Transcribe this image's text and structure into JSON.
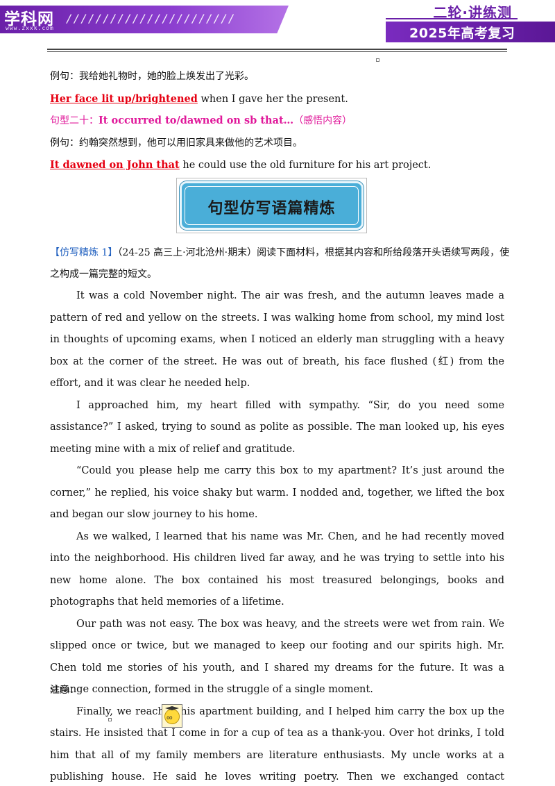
{
  "header": {
    "logo_cn": "学科网",
    "logo_en": "www.zxxk.com",
    "stripes": "///////////////////////",
    "series": "二轮·讲练测",
    "year": "2025年高考复习"
  },
  "lines": {
    "ex1_cn": "例句：我给她礼物时，她的脸上焕发出了光彩。",
    "ex1_en_highlight": "Her face lit up/brightened",
    "ex1_en_rest": " when I gave her the present.",
    "pattern20_label": "句型二十：",
    "pattern20_en": "It occurred to/dawned on sb that…",
    "pattern20_note": "（感悟内容）",
    "ex2_cn": "例句：约翰突然想到，他可以用旧家具来做他的艺术项目。",
    "ex2_en_highlight": "It dawned on John that",
    "ex2_en_rest": " he could use the old furniture for his art project."
  },
  "banner": {
    "title": "句型仿写语篇精炼"
  },
  "task": {
    "label": "【仿写精炼 1】",
    "source": "（24-25 高三上·河北沧州·期末）阅读下面材料，根据其内容和所给段落开头语续写两段，使",
    "continuation": "之构成一篇完整的短文。"
  },
  "passage": [
    "It was a cold November night. The air was fresh, and the autumn leaves made a pattern of red and yellow on the streets. I was walking home from school, my mind lost in thoughts of upcoming exams, when I noticed an elderly man struggling with a heavy box at the corner of the street. He was out of breath, his face flushed (红) from the effort, and it was clear he needed help.",
    "I approached him, my heart filled with sympathy. “Sir, do you need some assistance?” I asked, trying to sound as polite as possible. The man looked up, his eyes meeting mine with a mix of relief and gratitude.",
    "“Could you please help me carry this box to my apartment? It’s just around the corner,” he replied, his voice shaky but warm. I nodded and, together, we lifted the box and began our slow journey to his home.",
    "As we walked, I learned that his name was Mr. Chen, and he had recently moved into the neighborhood. His children lived far away, and he was trying to settle into his new home alone. The box contained his most treasured belongings, books and photographs that held memories of a lifetime.",
    "Our path was not easy. The box was heavy, and the streets were wet from rain. We slipped once or twice, but we managed to keep our footing and our spirits high. Mr. Chen told me stories of his youth, and I shared my dreams for the future. It was a strange connection, formed in the struggle of a single moment.",
    "Finally, we reached his apartment building, and I helped him carry the box up the stairs. He insisted that I come in for a cup of tea as a thank-you. Over hot drinks, I told him that all of my family members are literature enthusiasts. My uncle works at a publishing house. He said he loves writing poetry. Then we exchanged contact information with each other."
  ],
  "note_label": "注意："
}
